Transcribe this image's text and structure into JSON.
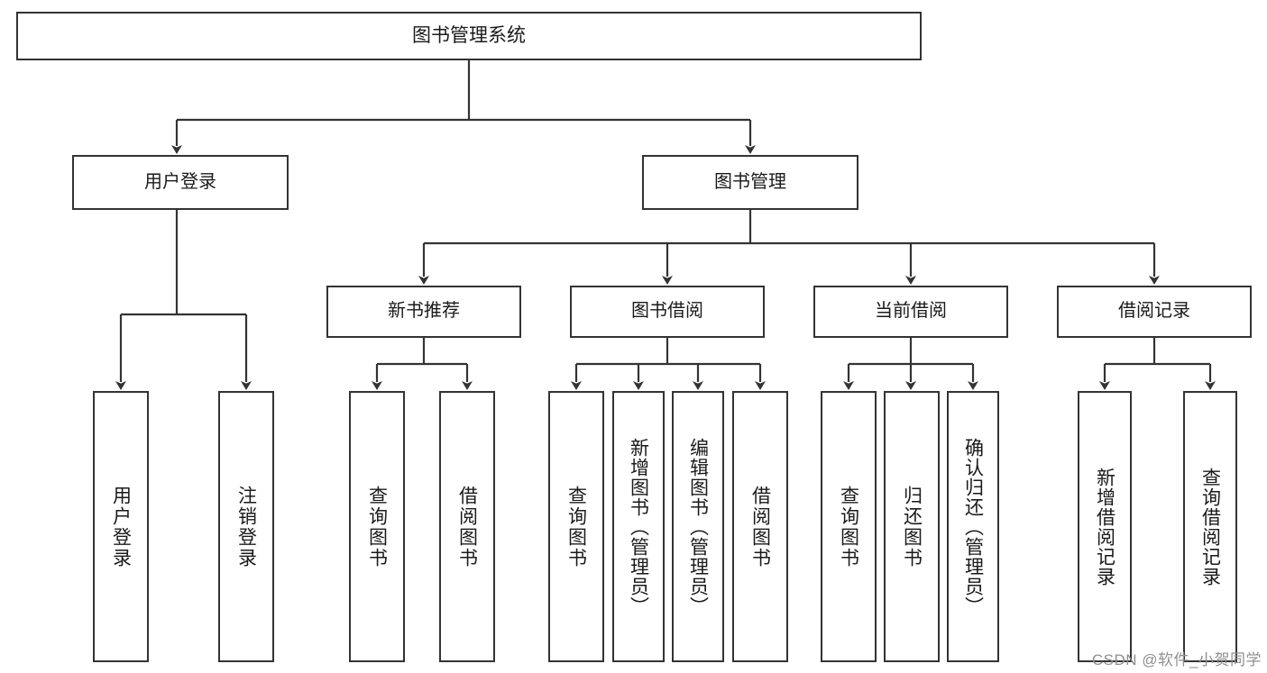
{
  "diagram": {
    "title": "图书管理系统",
    "type": "功能结构图",
    "line_color": "#333333",
    "box_fill": "#ffffff",
    "text_color": "#1a1a1a"
  },
  "root": {
    "label": "图书管理系统"
  },
  "level1": [
    {
      "label": "用户登录"
    },
    {
      "label": "图书管理"
    }
  ],
  "level2": [
    {
      "label": "新书推荐"
    },
    {
      "label": "图书借阅"
    },
    {
      "label": "当前借阅"
    },
    {
      "label": "借阅记录"
    }
  ],
  "leaves": {
    "user_login": [
      {
        "label": "用户登录"
      },
      {
        "label": "注销登录"
      }
    ],
    "new_book_recommend": [
      {
        "label": "查询图书"
      },
      {
        "label": "借阅图书"
      }
    ],
    "book_borrow": [
      {
        "label": "查询图书"
      },
      {
        "label": "新增图书（管理员）"
      },
      {
        "label": "编辑图书（管理员）"
      },
      {
        "label": "借阅图书"
      }
    ],
    "current_borrow": [
      {
        "label": "查询图书"
      },
      {
        "label": "归还图书"
      },
      {
        "label": "确认归还（管理员）"
      }
    ],
    "borrow_record": [
      {
        "label": "新增借阅记录"
      },
      {
        "label": "查询借阅记录"
      }
    ]
  },
  "watermark": {
    "text": "CSDN @软件_小贺同学"
  }
}
